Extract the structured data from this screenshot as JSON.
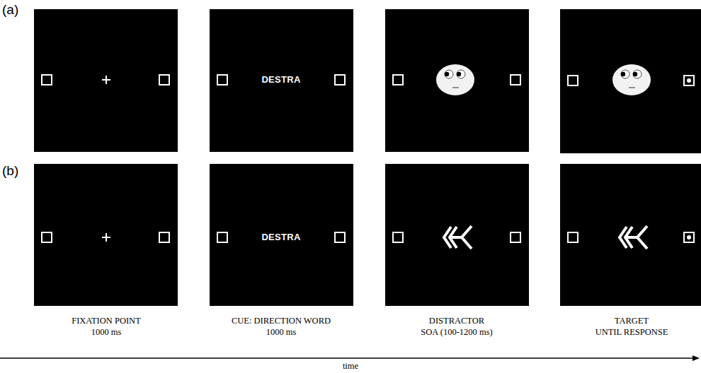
{
  "diagram": {
    "labels": [
      "(a)",
      "DESTRA",
      "(b)",
      "DESTRA",
      "FIXATION POINT",
      "1000 ms",
      "CUE: DIRECTION WORD",
      "1000 ms",
      "DISTRACTOR",
      "SOA (100-1200 ms)",
      "TARGET",
      "UNTIL RESPONSE",
      "time"
    ]
  }
}
